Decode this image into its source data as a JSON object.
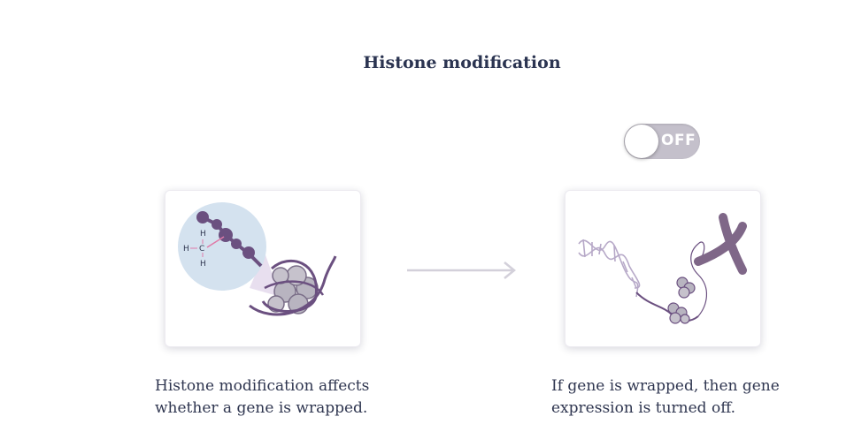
{
  "title": "Histone modification",
  "toggle": {
    "state_label": "OFF"
  },
  "left_panel": {
    "caption_line1": "Histone modification affects",
    "caption_line2": "whether a gene is wrapped.",
    "chem_labels": {
      "top": "H",
      "left": "H",
      "center": "C",
      "bottom": "H"
    }
  },
  "right_panel": {
    "caption_line1": "If gene is wrapped, then gene",
    "caption_line2": "expression is turned off."
  },
  "colors": {
    "purple": "#6b5080",
    "light_purple": "#b7a9c8",
    "bubble": "#d4e2ef",
    "pink": "#e07aa8",
    "arrow": "#d3d0da"
  }
}
